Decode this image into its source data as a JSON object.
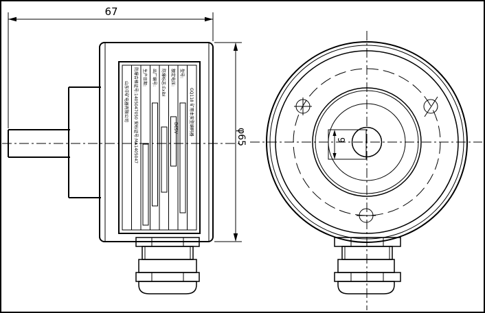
{
  "dimensions": {
    "length": "67",
    "diameter": "φ65",
    "shaft_flat": "9"
  },
  "nameplate": {
    "columns": [
      {
        "text": "山东中矿电器有限公司"
      },
      {
        "text": "防爆合格证号:1405047050 安标证号:MA1405047"
      },
      {
        "text": "生产日期:",
        "box_text": ""
      },
      {
        "text": "出厂编号:",
        "box_text": ""
      },
      {
        "text": "防爆标志:ExibⅠ",
        "box_text": ""
      },
      {
        "text": "额定电压:",
        "box_text": "DC5V"
      },
      {
        "text": "型号:",
        "box_text": ""
      },
      {
        "text": "GQ118 矿用本安型编码器"
      }
    ]
  }
}
